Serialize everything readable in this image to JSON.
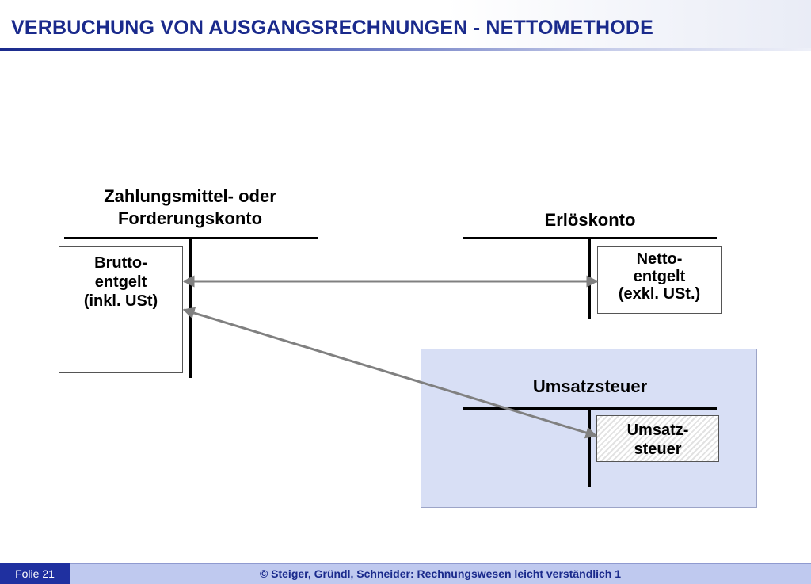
{
  "slide": {
    "title": "VERBUCHUNG VON AUSGANGSRECHNUNGEN - NETTOMETHODE",
    "colors": {
      "title": "#1a2a8c",
      "footer_bg": "#bfc9ef",
      "folie_bg": "#1f30a0",
      "usst_panel": "#d8dff5",
      "arrow": "#808080"
    }
  },
  "accounts": {
    "zahlung": {
      "title_line1": "Zahlungsmittel- oder",
      "title_line2": "Forderungskonto",
      "entry_line1": "Brutto-",
      "entry_line2": "entgelt",
      "entry_line3": "(inkl. USt)"
    },
    "erloes": {
      "title": "Erlöskonto",
      "entry_line1": "Netto-",
      "entry_line2": "entgelt",
      "entry_line3": "(exkl. USt.)"
    },
    "umsatzsteuer": {
      "title": "Umsatzsteuer",
      "entry_line1": "Umsatz-",
      "entry_line2": "steuer"
    }
  },
  "footer": {
    "folie": "Folie 21",
    "copyright": "© Steiger, Gründl, Schneider: Rechnungswesen leicht verständlich 1"
  }
}
